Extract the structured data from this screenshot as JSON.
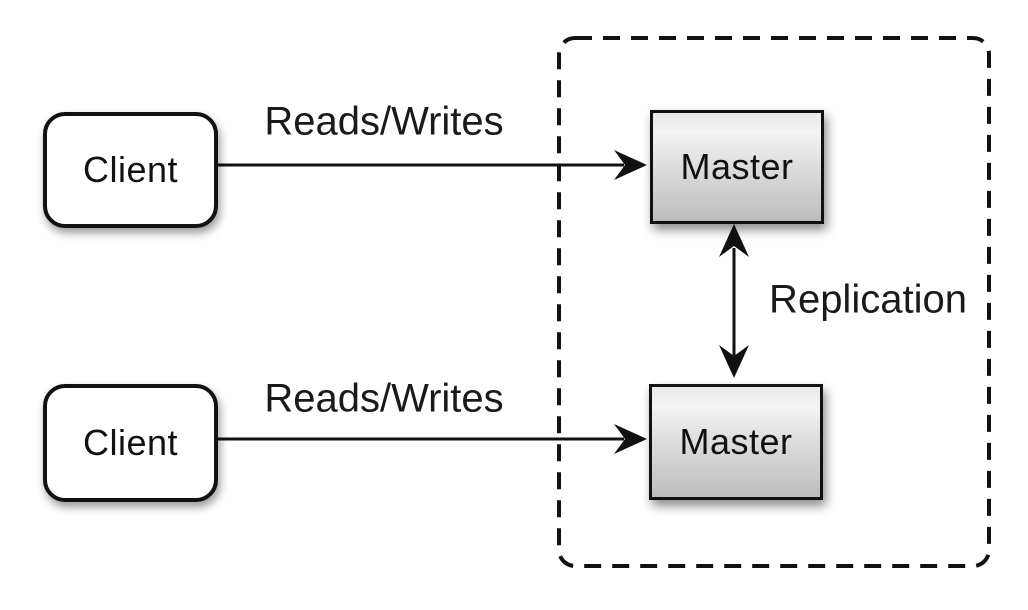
{
  "diagram": {
    "type": "architecture-diagram",
    "description_visible_text_only": true,
    "nodes": {
      "client_top": {
        "label": "Client",
        "shape": "rounded-rect",
        "fill": "#ffffff"
      },
      "client_bottom": {
        "label": "Client",
        "shape": "rounded-rect",
        "fill": "#ffffff"
      },
      "master_top": {
        "label": "Master",
        "shape": "rect",
        "fill_gradient": [
          "#f4f4f4",
          "#bdbdbd"
        ]
      },
      "master_bottom": {
        "label": "Master",
        "shape": "rect",
        "fill_gradient": [
          "#f4f4f4",
          "#bdbdbd"
        ]
      }
    },
    "edges": {
      "reads_writes_top": {
        "label": "Reads/Writes",
        "from": "client_top",
        "to": "master_top",
        "direction": "single-arrow-right"
      },
      "reads_writes_bottom": {
        "label": "Reads/Writes",
        "from": "client_bottom",
        "to": "master_bottom",
        "direction": "single-arrow-right"
      },
      "replication": {
        "label": "Replication",
        "from": "master_top",
        "to": "master_bottom",
        "direction": "double-arrow-vertical"
      }
    },
    "groups": {
      "master_cluster": {
        "style": "dashed-rounded-rect",
        "contains": [
          "master_top",
          "master_bottom"
        ]
      }
    },
    "colors": {
      "background": "#ffffff",
      "line": "#111111",
      "text": "#1a1a1a",
      "client_fill": "#ffffff",
      "master_fill_top": "#f4f4f4",
      "master_fill_bottom": "#bdbdbd"
    }
  }
}
